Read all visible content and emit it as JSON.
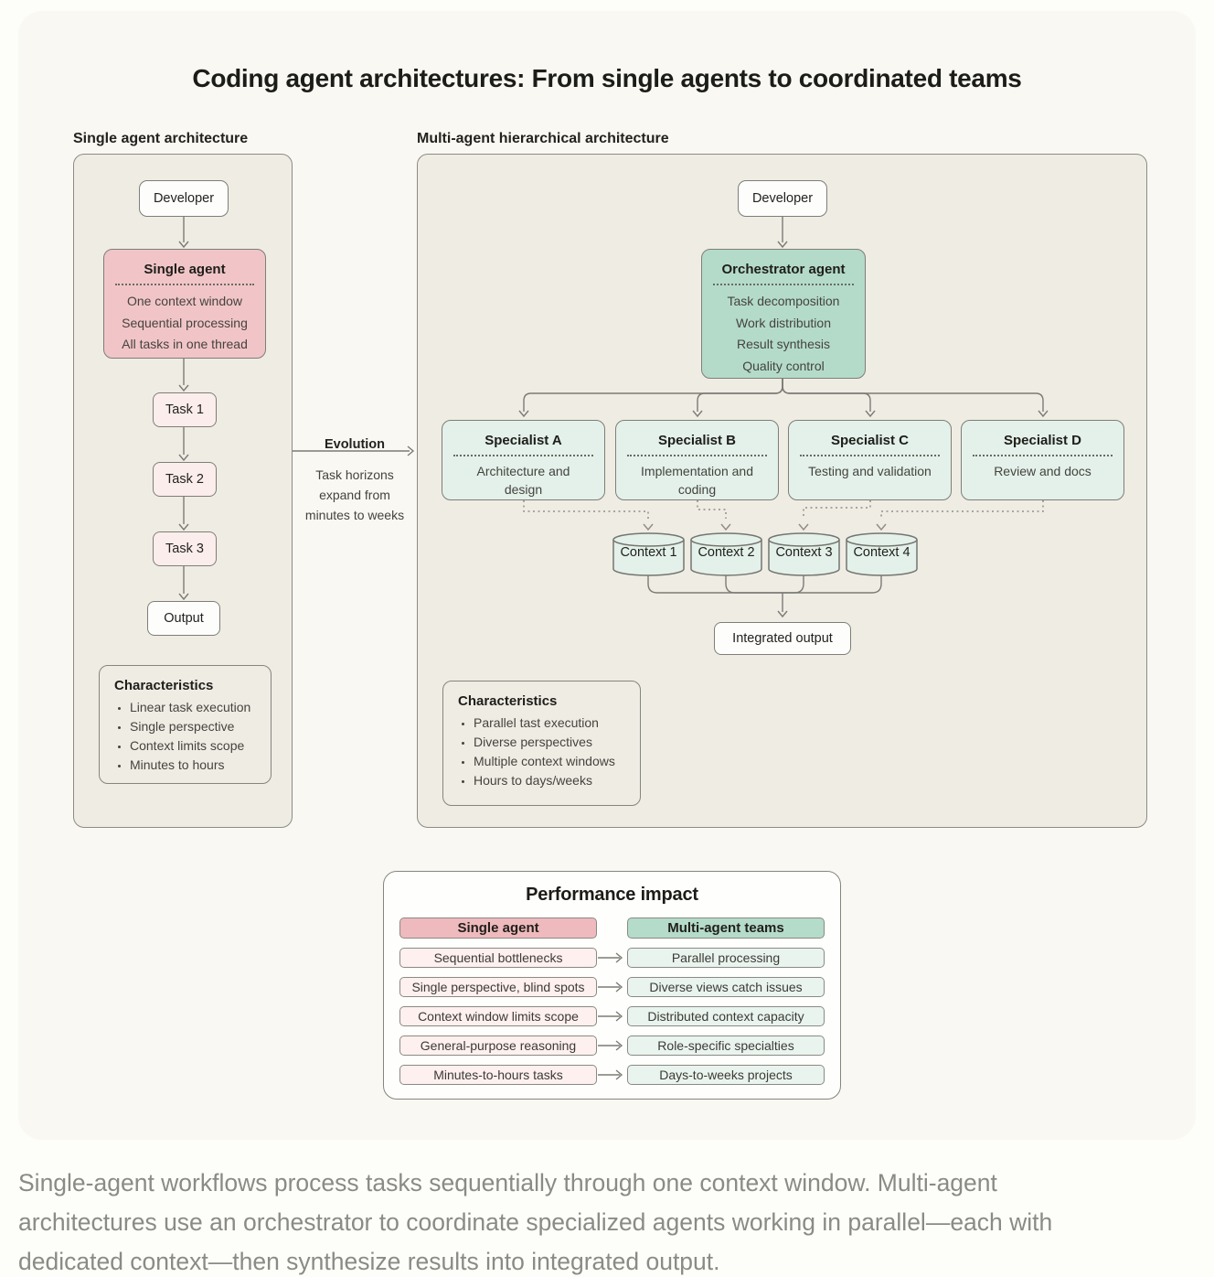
{
  "title": "Coding agent architectures: From single agents to coordinated teams",
  "single": {
    "label": "Single agent architecture",
    "developer": "Developer",
    "agent": {
      "title": "Single agent",
      "lines": [
        "One context window",
        "Sequential processing",
        "All tasks in one thread"
      ]
    },
    "tasks": [
      "Task 1",
      "Task 2",
      "Task 3"
    ],
    "output": "Output",
    "characteristics": {
      "title": "Characteristics",
      "items": [
        "Linear task execution",
        "Single perspective",
        "Context limits scope",
        "Minutes to hours"
      ]
    }
  },
  "evolution": {
    "label": "Evolution",
    "desc": "Task horizons expand from minutes to weeks"
  },
  "multi": {
    "label": "Multi-agent hierarchical architecture",
    "developer": "Developer",
    "orchestrator": {
      "title": "Orchestrator agent",
      "lines": [
        "Task decomposition",
        "Work distribution",
        "Result synthesis",
        "Quality control"
      ]
    },
    "specialists": [
      {
        "title": "Specialist A",
        "desc": "Architecture and design"
      },
      {
        "title": "Specialist B",
        "desc": "Implementation and coding"
      },
      {
        "title": "Specialist C",
        "desc": "Testing and validation"
      },
      {
        "title": "Specialist D",
        "desc": "Review and docs"
      }
    ],
    "contexts": [
      "Context 1",
      "Context 2",
      "Context 3",
      "Context 4"
    ],
    "integrated_output": "Integrated output",
    "characteristics": {
      "title": "Characteristics",
      "items": [
        "Parallel tast execution",
        "Diverse perspectives",
        "Multiple context windows",
        "Hours to days/weeks"
      ]
    }
  },
  "performance": {
    "title": "Performance impact",
    "headers": {
      "left": "Single agent",
      "right": "Multi-agent teams"
    },
    "rows": [
      {
        "left": "Sequential bottlenecks",
        "right": "Parallel processing"
      },
      {
        "left": "Single perspective, blind spots",
        "right": "Diverse views catch issues"
      },
      {
        "left": "Context window limits scope",
        "right": "Distributed context capacity"
      },
      {
        "left": "General-purpose reasoning",
        "right": "Role-specific specialties"
      },
      {
        "left": "Minutes-to-hours tasks",
        "right": "Days-to-weeks projects"
      }
    ]
  },
  "caption": "Single-agent workflows process tasks sequentially through one context window. Multi-agent architectures use an orchestrator to coordinate specialized agents working in parallel—each with dedicated context—then synthesize results into integrated output.",
  "colors": {
    "card_bg": "#faf8f2",
    "panel_bg": "#efece4",
    "pink_strong": "#f1c5c8",
    "pink_light": "#fbedec",
    "green_strong": "#b4dbca",
    "green_light": "#e3f1ea",
    "wire_gray": "#7b7b75"
  }
}
